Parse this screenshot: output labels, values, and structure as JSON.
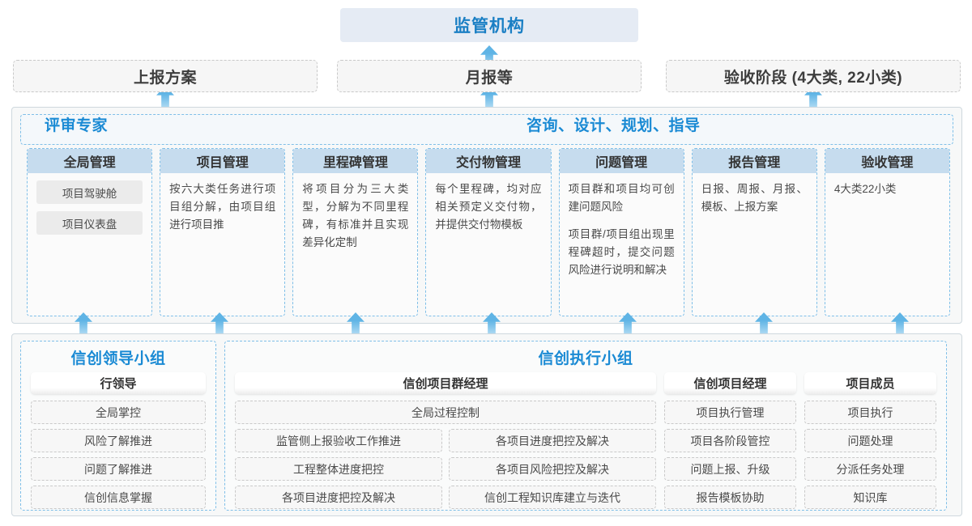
{
  "top": {
    "banner": "监管机构"
  },
  "reports": [
    {
      "label": "上报方案"
    },
    {
      "label": "月报等"
    },
    {
      "label": "验收阶段 (4大类, 22小类)"
    }
  ],
  "middle": {
    "header_left": "评审专家",
    "header_center": "咨询、设计、规划、指导",
    "cards": [
      {
        "title": "全局管理",
        "chips": [
          "项目驾驶舱",
          "项目仪表盘"
        ],
        "paragraphs": []
      },
      {
        "title": "项目管理",
        "chips": [],
        "paragraphs": [
          "按六大类任务进行项目组分解，由项目组进行项目推"
        ]
      },
      {
        "title": "里程碑管理",
        "chips": [],
        "paragraphs": [
          "将项目分为三大类型，分解为不同里程碑，有标准并且实现差异化定制"
        ]
      },
      {
        "title": "交付物管理",
        "chips": [],
        "paragraphs": [
          "每个里程碑，均对应相关预定义交付物，并提供交付物模板"
        ]
      },
      {
        "title": "问题管理",
        "chips": [],
        "paragraphs": [
          "项目群和项目均可创建问题风险",
          "项目群/项目组出现里程碑超时，提交问题风险进行说明和解决"
        ]
      },
      {
        "title": "报告管理",
        "chips": [],
        "paragraphs": [
          "日报、周报、月报、模板、上报方案"
        ]
      },
      {
        "title": "验收管理",
        "chips": [],
        "paragraphs": [
          "4大类22小类"
        ]
      }
    ]
  },
  "bottom": {
    "left_group": {
      "title": "信创领导小组",
      "role": "行领导",
      "tasks": [
        "全局掌控",
        "风险了解推进",
        "问题了解推进",
        "信创信息掌握"
      ]
    },
    "right_group": {
      "title": "信创执行小组",
      "pm_group": {
        "role": "信创项目群经理",
        "wide_task": "全局过程控制",
        "left_tasks": [
          "监管侧上报验收工作推进",
          "工程整体进度把控",
          "各项目进度把控及解决"
        ],
        "right_tasks": [
          "各项目进度把控及解决",
          "各项目风险把控及解决",
          "信创工程知识库建立与迭代"
        ]
      },
      "pm_single": {
        "role": "信创项目经理",
        "tasks": [
          "项目执行管理",
          "项目各阶段管控",
          "问题上报、升级",
          "报告模板协助"
        ]
      },
      "members": {
        "role": "项目成员",
        "tasks": [
          "项目执行",
          "问题处理",
          "分派任务处理",
          "知识库"
        ]
      }
    }
  },
  "colors": {
    "accent_blue": "#1a8ad4",
    "banner_bg": "#e5ebf4",
    "card_head_bg": "#c6dcee",
    "arrow_blue": "#5fb4e5",
    "dash_blue": "#7fbfe8",
    "dash_gray": "#c9c9c9"
  }
}
